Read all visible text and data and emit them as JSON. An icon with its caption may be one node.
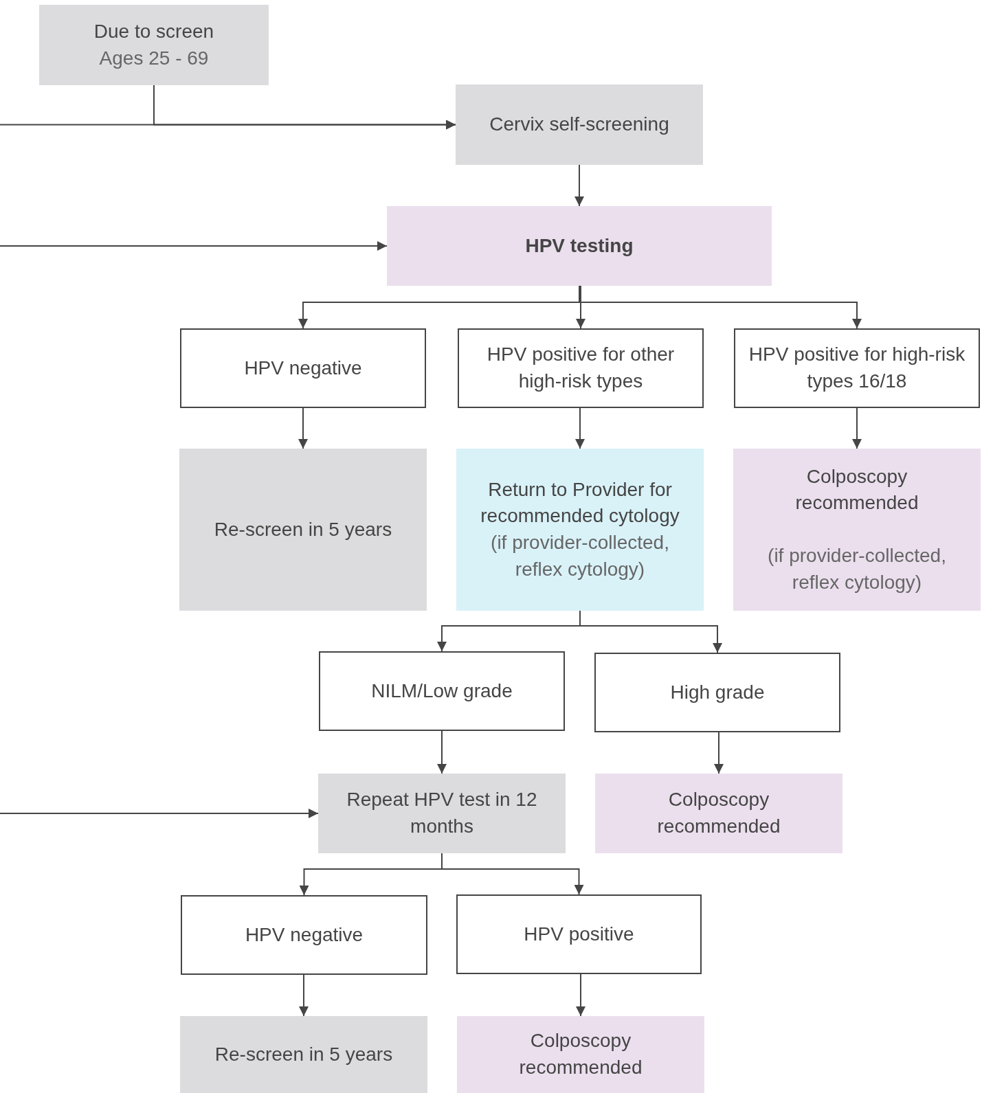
{
  "diagram": {
    "nodes": [
      {
        "text": [
          "Due to screen",
          "Ages 25 - 69"
        ]
      },
      {
        "text": [
          "Cervix self-screening"
        ]
      },
      {
        "text": [
          "HPV testing"
        ]
      },
      {
        "text": [
          "HPV negative"
        ]
      },
      {
        "text": [
          "HPV positive for other high-risk types"
        ]
      },
      {
        "text": [
          "HPV positive for high-risk types 16/18"
        ]
      },
      {
        "text": [
          "Re-screen in 5 years"
        ]
      },
      {
        "text": [
          "Return to Provider for recommended cytology",
          "(if provider-collected, reflex cytology)"
        ]
      },
      {
        "text": [
          "Colposcopy recommended",
          "(if provider-collected, reflex cytology)"
        ]
      },
      {
        "text": [
          "NILM/Low grade"
        ]
      },
      {
        "text": [
          "High grade"
        ]
      },
      {
        "text": [
          "Repeat HPV test in 12 months"
        ]
      },
      {
        "text": [
          "Colposcopy recommended"
        ]
      },
      {
        "text": [
          "HPV negative"
        ]
      },
      {
        "text": [
          "HPV positive"
        ]
      },
      {
        "text": [
          "Re-screen in 5 years"
        ]
      },
      {
        "text": [
          "Colposcopy recommended"
        ]
      }
    ],
    "edges": [
      {
        "from": 0,
        "to": 1,
        "arrow": "to"
      },
      {
        "from": null,
        "to": 1,
        "arrow": "to"
      },
      {
        "from": 1,
        "to": 2,
        "arrow": "to"
      },
      {
        "from": null,
        "to": 2,
        "arrow": "to"
      },
      {
        "from": 2,
        "to": 3,
        "arrow": "to"
      },
      {
        "from": 2,
        "to": 4,
        "arrow": "to"
      },
      {
        "from": 2,
        "to": 5,
        "arrow": "to"
      },
      {
        "from": 3,
        "to": 6,
        "arrow": "to"
      },
      {
        "from": 4,
        "to": 7,
        "arrow": "to"
      },
      {
        "from": 5,
        "to": 8,
        "arrow": "to"
      },
      {
        "from": 7,
        "to": 9,
        "arrow": "to"
      },
      {
        "from": 7,
        "to": 10,
        "arrow": "to"
      },
      {
        "from": 9,
        "to": 11,
        "arrow": "to"
      },
      {
        "from": 10,
        "to": 12,
        "arrow": "to"
      },
      {
        "from": null,
        "to": 11,
        "arrow": "to"
      },
      {
        "from": 11,
        "to": 13,
        "arrow": "to"
      },
      {
        "from": 11,
        "to": 14,
        "arrow": "to"
      },
      {
        "from": 13,
        "to": 15,
        "arrow": "to"
      },
      {
        "from": 14,
        "to": 16,
        "arrow": "to"
      }
    ]
  }
}
